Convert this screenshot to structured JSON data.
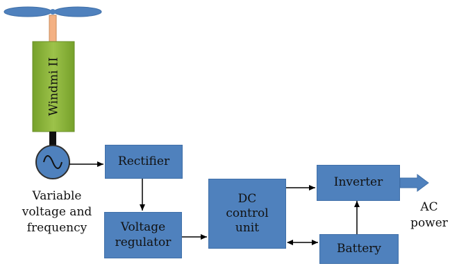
{
  "turbine": {
    "label": "Windmi II"
  },
  "blocks": {
    "rectifier": "Rectifier",
    "voltage_regulator_line1": "Voltage",
    "voltage_regulator_line2": "regulator",
    "dc_control_line1": "DC",
    "dc_control_line2": "control",
    "dc_control_line3": "unit",
    "inverter": "Inverter",
    "battery": "Battery"
  },
  "generator_caption": {
    "line1": "Variable",
    "line2": "voltage and",
    "line3": "frequency"
  },
  "output": {
    "line1": "AC",
    "line2": "power"
  },
  "colors": {
    "block_fill": "#4f81bd",
    "tower_fill": "#8db33a",
    "blade_fill": "#4f81bd",
    "shaft_fill": "#f4b183"
  }
}
